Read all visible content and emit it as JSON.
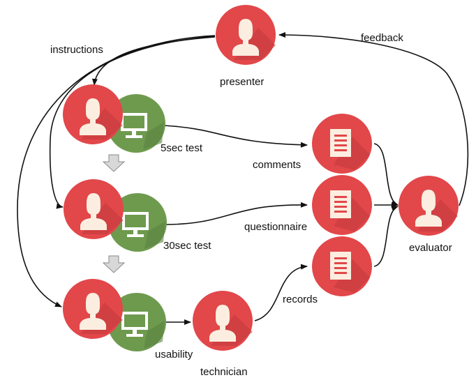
{
  "labels": {
    "instructions": "instructions",
    "feedback": "feedback",
    "presenter": "presenter",
    "test_5sec": "5sec test",
    "test_30sec": "30sec test",
    "usability": "usability",
    "technician": "technician",
    "comments": "comments",
    "questionnaire": "questionnaire",
    "records": "records",
    "evaluator": "evaluator"
  },
  "colors": {
    "person_circle": "#e2474a",
    "person_shadow": "#c43a3d",
    "monitor_circle": "#6e9a4e",
    "monitor_shadow": "#5a8340",
    "figure": "#fbeee0",
    "arrow": "#111111",
    "down_arrow_fill": "#d8d8d8"
  },
  "icons": {
    "person": "person-icon",
    "monitor": "monitor-icon",
    "document": "document-icon",
    "down_arrow": "down-arrow-icon"
  }
}
